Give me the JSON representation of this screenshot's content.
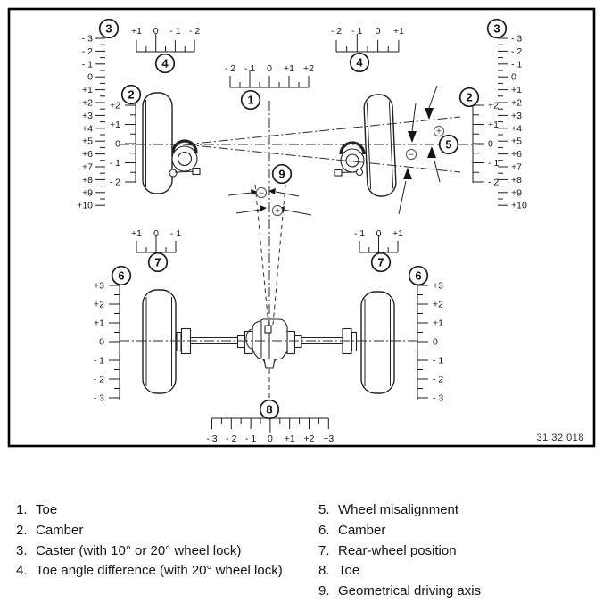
{
  "figure_number": "31 32 018",
  "colors": {
    "ink": "#1c1c1c",
    "background": "#ffffff"
  },
  "callouts": {
    "toe_front": "1",
    "camber_front_left": "2",
    "camber_front_right": "2",
    "caster_left": "3",
    "caster_right": "3",
    "toe_diff_left": "4",
    "toe_diff_right": "4",
    "misalignment": "5",
    "camber_rear_left": "6",
    "camber_rear_right": "6",
    "rear_pos_left": "7",
    "rear_pos_right": "7",
    "toe_rear": "8",
    "geo_axis": "9"
  },
  "signs": {
    "misalign_plus": "+",
    "misalign_minus": "−",
    "axis_minus": "−",
    "axis_plus": "+"
  },
  "scales": {
    "caster_left": {
      "labels": [
        "- 3",
        "- 2",
        "- 1",
        "0",
        "+1",
        "+2",
        "+3",
        "+4",
        "+5",
        "+6",
        "+7",
        "+8",
        "+9",
        "+10"
      ]
    },
    "caster_right": {
      "labels": [
        "- 3",
        "- 2",
        "- 1",
        "0",
        "+1",
        "+2",
        "+3",
        "+4",
        "+5",
        "+6",
        "+7",
        "+8",
        "+9",
        "+10"
      ]
    },
    "camber_front_left": {
      "labels": [
        "+2",
        "+1",
        "0",
        "- 1",
        "- 2"
      ]
    },
    "camber_front_right": {
      "labels": [
        "+2",
        "+1",
        "0",
        "- 1",
        "- 2"
      ]
    },
    "toe_diff_left": {
      "labels": [
        "+1",
        "0",
        "- 1",
        "- 2"
      ]
    },
    "toe_front": {
      "labels": [
        "- 2",
        "- 1",
        "0",
        "+1",
        "+2"
      ]
    },
    "toe_diff_right": {
      "labels": [
        "- 2",
        "- 1",
        "0",
        "+1"
      ]
    },
    "rear_pos_left": {
      "labels": [
        "+1",
        "0",
        "- 1"
      ]
    },
    "rear_pos_right": {
      "labels": [
        "- 1",
        "0",
        "+1"
      ]
    },
    "camber_rear_left": {
      "labels": [
        "+3",
        "+2",
        "+1",
        "0",
        "- 1",
        "- 2",
        "- 3"
      ]
    },
    "camber_rear_right": {
      "labels": [
        "+3",
        "+2",
        "+1",
        "0",
        "- 1",
        "- 2",
        "- 3"
      ]
    },
    "toe_rear": {
      "labels": [
        "- 3",
        "- 2",
        "- 1",
        "0",
        "+1",
        "+2",
        "+3"
      ]
    }
  },
  "legend": {
    "left": [
      {
        "num": "1.",
        "label": "Toe"
      },
      {
        "num": "2.",
        "label": "Camber"
      },
      {
        "num": "3.",
        "label": "Caster (with 10° or 20° wheel lock)"
      },
      {
        "num": "4.",
        "label": "Toe angle difference (with 20° wheel lock)"
      }
    ],
    "right": [
      {
        "num": "5.",
        "label": "Wheel misalignment"
      },
      {
        "num": "6.",
        "label": "Camber"
      },
      {
        "num": "7.",
        "label": "Rear-wheel position"
      },
      {
        "num": "8.",
        "label": "Toe"
      },
      {
        "num": "9.",
        "label": "Geometrical driving axis"
      }
    ]
  }
}
